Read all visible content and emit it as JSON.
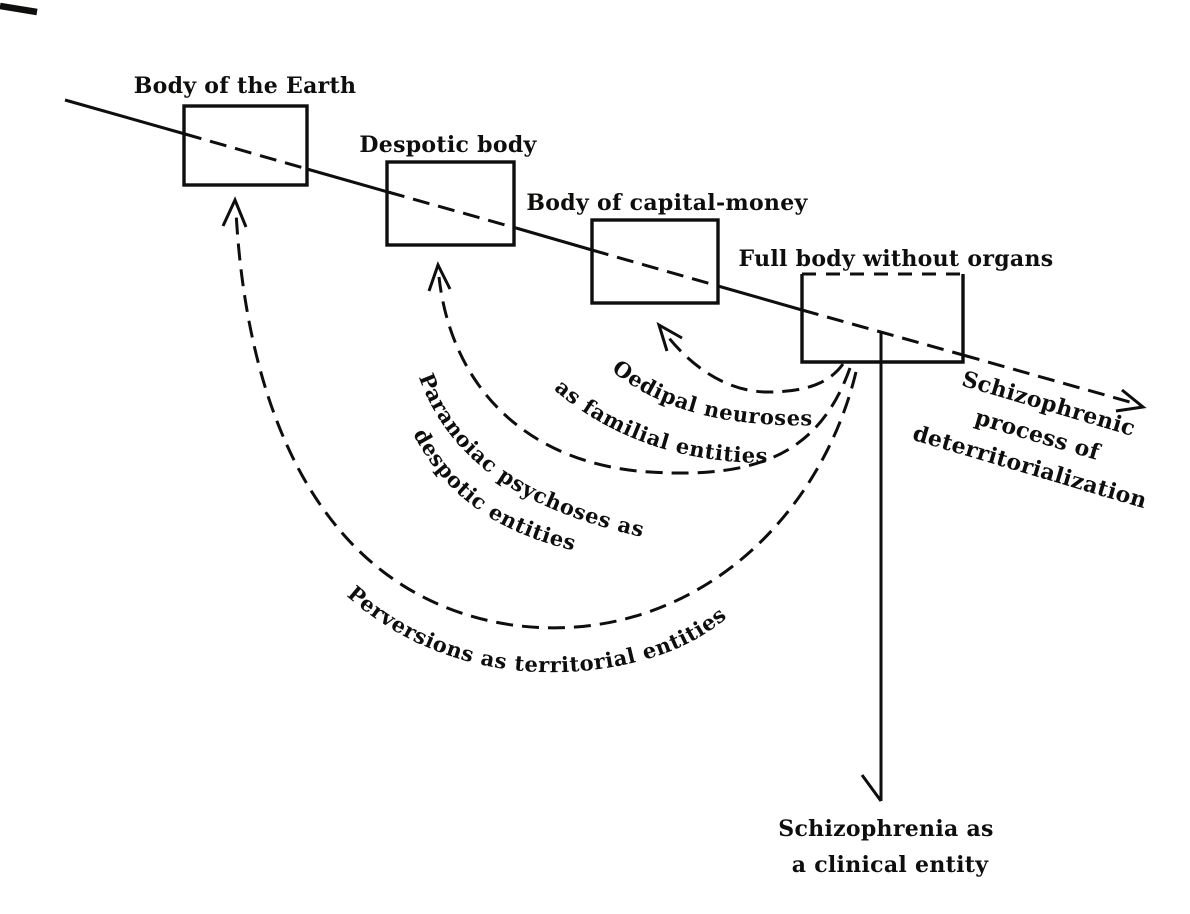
{
  "boxes": {
    "earth": "Body of the Earth",
    "despotic": "Despotic body",
    "capital": "Body of capital-money",
    "full_body": "Full body without organs"
  },
  "arc_labels": {
    "oedipal_line1": "Oedipal neuroses",
    "oedipal_line2": "as familial entities",
    "paranoiac_line1": "Paranoiac psychoses as",
    "paranoiac_line2": "despotic entities",
    "perversions": "Perversions as territorial entities"
  },
  "process": {
    "line1": "Schizophrenic",
    "line2": "process of",
    "line3": "deterritorialization"
  },
  "clinical": {
    "line1": "Schizophrenia as",
    "line2": "a clinical entity"
  },
  "colors": {
    "ink": "#0e0e0d",
    "background": "#ffffff"
  }
}
